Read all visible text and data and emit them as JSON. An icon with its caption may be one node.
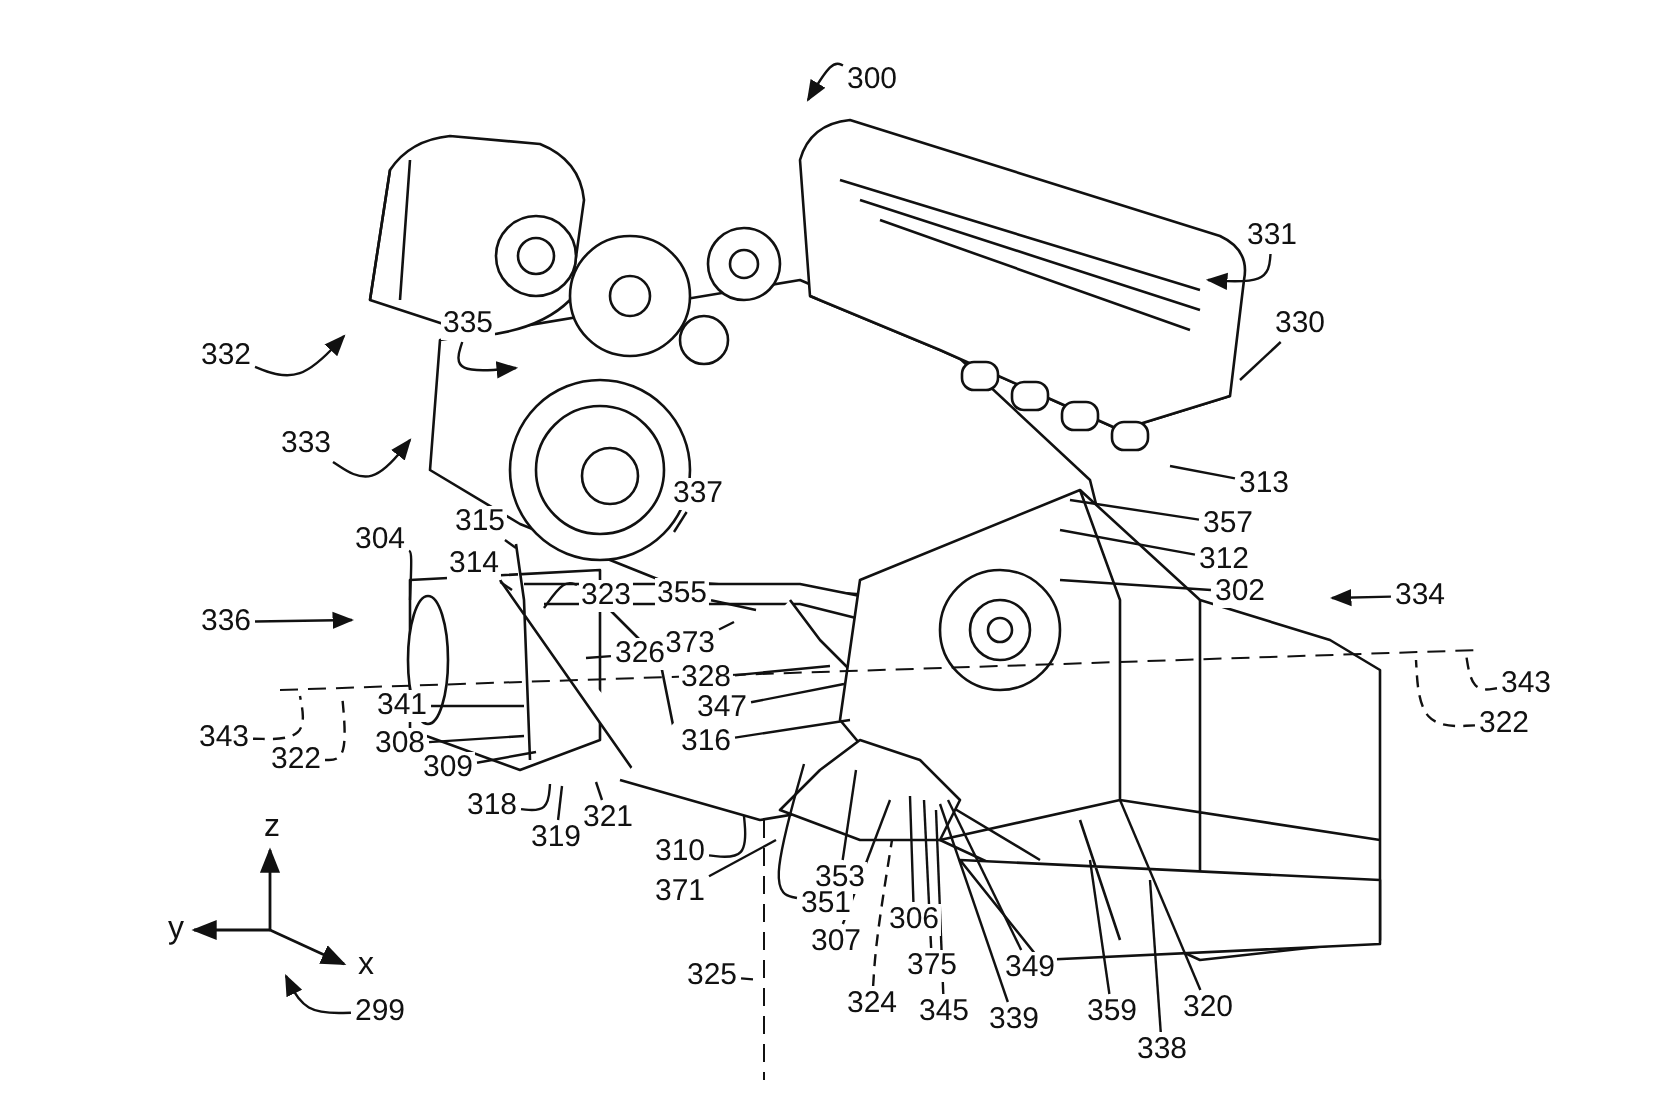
{
  "diagram": {
    "nodes": [
      {
        "text": [
          "300"
        ]
      },
      {
        "text": [
          "331"
        ]
      },
      {
        "text": [
          "330"
        ]
      },
      {
        "text": [
          "332"
        ]
      },
      {
        "text": [
          "335"
        ]
      },
      {
        "text": [
          "333"
        ]
      },
      {
        "text": [
          "313"
        ]
      },
      {
        "text": [
          "337"
        ]
      },
      {
        "text": [
          "357"
        ]
      },
      {
        "text": [
          "315"
        ]
      },
      {
        "text": [
          "312"
        ]
      },
      {
        "text": [
          "304"
        ]
      },
      {
        "text": [
          "314"
        ]
      },
      {
        "text": [
          "302"
        ]
      },
      {
        "text": [
          "334"
        ]
      },
      {
        "text": [
          "323"
        ]
      },
      {
        "text": [
          "355"
        ]
      },
      {
        "text": [
          "336"
        ]
      },
      {
        "text": [
          "373"
        ]
      },
      {
        "text": [
          "326"
        ]
      },
      {
        "text": [
          "328"
        ]
      },
      {
        "text": [
          "343"
        ]
      },
      {
        "text": [
          "341"
        ]
      },
      {
        "text": [
          "347"
        ]
      },
      {
        "text": [
          "322"
        ]
      },
      {
        "text": [
          "343"
        ]
      },
      {
        "text": [
          "316"
        ]
      },
      {
        "text": [
          "308"
        ]
      },
      {
        "text": [
          "322"
        ]
      },
      {
        "text": [
          "309"
        ]
      },
      {
        "text": [
          "318"
        ]
      },
      {
        "text": [
          "321"
        ]
      },
      {
        "text": [
          "319"
        ]
      },
      {
        "text": [
          "310"
        ]
      },
      {
        "text": [
          "353"
        ]
      },
      {
        "text": [
          "371"
        ]
      },
      {
        "text": [
          "351"
        ]
      },
      {
        "text": [
          "306"
        ]
      },
      {
        "text": [
          "307"
        ]
      },
      {
        "text": [
          "375"
        ]
      },
      {
        "text": [
          "349"
        ]
      },
      {
        "text": [
          "325"
        ]
      },
      {
        "text": [
          "324"
        ]
      },
      {
        "text": [
          "345"
        ]
      },
      {
        "text": [
          "359"
        ]
      },
      {
        "text": [
          "320"
        ]
      },
      {
        "text": [
          "299"
        ]
      },
      {
        "text": [
          "339"
        ]
      },
      {
        "text": [
          "338"
        ]
      }
    ],
    "edges": [
      {
        "from": 0,
        "to": null,
        "arrow": "to"
      },
      {
        "from": 1,
        "to": null,
        "arrow": "to"
      },
      {
        "from": 2,
        "to": null,
        "arrow": "none"
      },
      {
        "from": 3,
        "to": null,
        "arrow": "to"
      },
      {
        "from": 4,
        "to": null,
        "arrow": "to"
      },
      {
        "from": 5,
        "to": null,
        "arrow": "to"
      },
      {
        "from": 6,
        "to": null,
        "arrow": "none"
      },
      {
        "from": 7,
        "to": null,
        "arrow": "none"
      },
      {
        "from": 8,
        "to": null,
        "arrow": "none"
      },
      {
        "from": 9,
        "to": null,
        "arrow": "none"
      },
      {
        "from": 10,
        "to": null,
        "arrow": "none"
      },
      {
        "from": 11,
        "to": null,
        "arrow": "none"
      },
      {
        "from": 12,
        "to": null,
        "arrow": "none"
      },
      {
        "from": 13,
        "to": null,
        "arrow": "none"
      },
      {
        "from": 14,
        "to": null,
        "arrow": "to"
      },
      {
        "from": 15,
        "to": null,
        "arrow": "none"
      },
      {
        "from": 16,
        "to": null,
        "arrow": "none"
      },
      {
        "from": 17,
        "to": null,
        "arrow": "to"
      },
      {
        "from": 18,
        "to": null,
        "arrow": "none"
      },
      {
        "from": 19,
        "to": null,
        "arrow": "none"
      },
      {
        "from": 20,
        "to": null,
        "arrow": "none"
      },
      {
        "from": 21,
        "to": null,
        "arrow": "none",
        "style": "dashed"
      },
      {
        "from": 22,
        "to": null,
        "arrow": "none"
      },
      {
        "from": 23,
        "to": null,
        "arrow": "none"
      },
      {
        "from": 24,
        "to": null,
        "arrow": "none",
        "style": "dashed"
      },
      {
        "from": 25,
        "to": null,
        "arrow": "none",
        "style": "dashed"
      },
      {
        "from": 26,
        "to": null,
        "arrow": "none"
      },
      {
        "from": 27,
        "to": null,
        "arrow": "none"
      },
      {
        "from": 28,
        "to": null,
        "arrow": "none",
        "style": "dashed"
      },
      {
        "from": 29,
        "to": null,
        "arrow": "none"
      },
      {
        "from": 30,
        "to": null,
        "arrow": "none"
      },
      {
        "from": 31,
        "to": null,
        "arrow": "none"
      },
      {
        "from": 32,
        "to": null,
        "arrow": "none"
      },
      {
        "from": 33,
        "to": null,
        "arrow": "none"
      },
      {
        "from": 34,
        "to": null,
        "arrow": "none"
      },
      {
        "from": 35,
        "to": null,
        "arrow": "none"
      },
      {
        "from": 36,
        "to": null,
        "arrow": "none"
      },
      {
        "from": 37,
        "to": null,
        "arrow": "none"
      },
      {
        "from": 38,
        "to": null,
        "arrow": "none"
      },
      {
        "from": 39,
        "to": null,
        "arrow": "none"
      },
      {
        "from": 40,
        "to": null,
        "arrow": "none"
      },
      {
        "from": 41,
        "to": null,
        "arrow": "none",
        "style": "dashed"
      },
      {
        "from": 42,
        "to": null,
        "arrow": "none",
        "style": "dashed"
      },
      {
        "from": 43,
        "to": null,
        "arrow": "none"
      },
      {
        "from": 44,
        "to": null,
        "arrow": "none"
      },
      {
        "from": 45,
        "to": null,
        "arrow": "none"
      },
      {
        "from": 46,
        "to": null,
        "arrow": "to"
      },
      {
        "from": 47,
        "to": null,
        "arrow": "none"
      },
      {
        "from": 48,
        "to": null,
        "arrow": "none"
      }
    ],
    "labels": [
      "z",
      "y",
      "x"
    ]
  }
}
